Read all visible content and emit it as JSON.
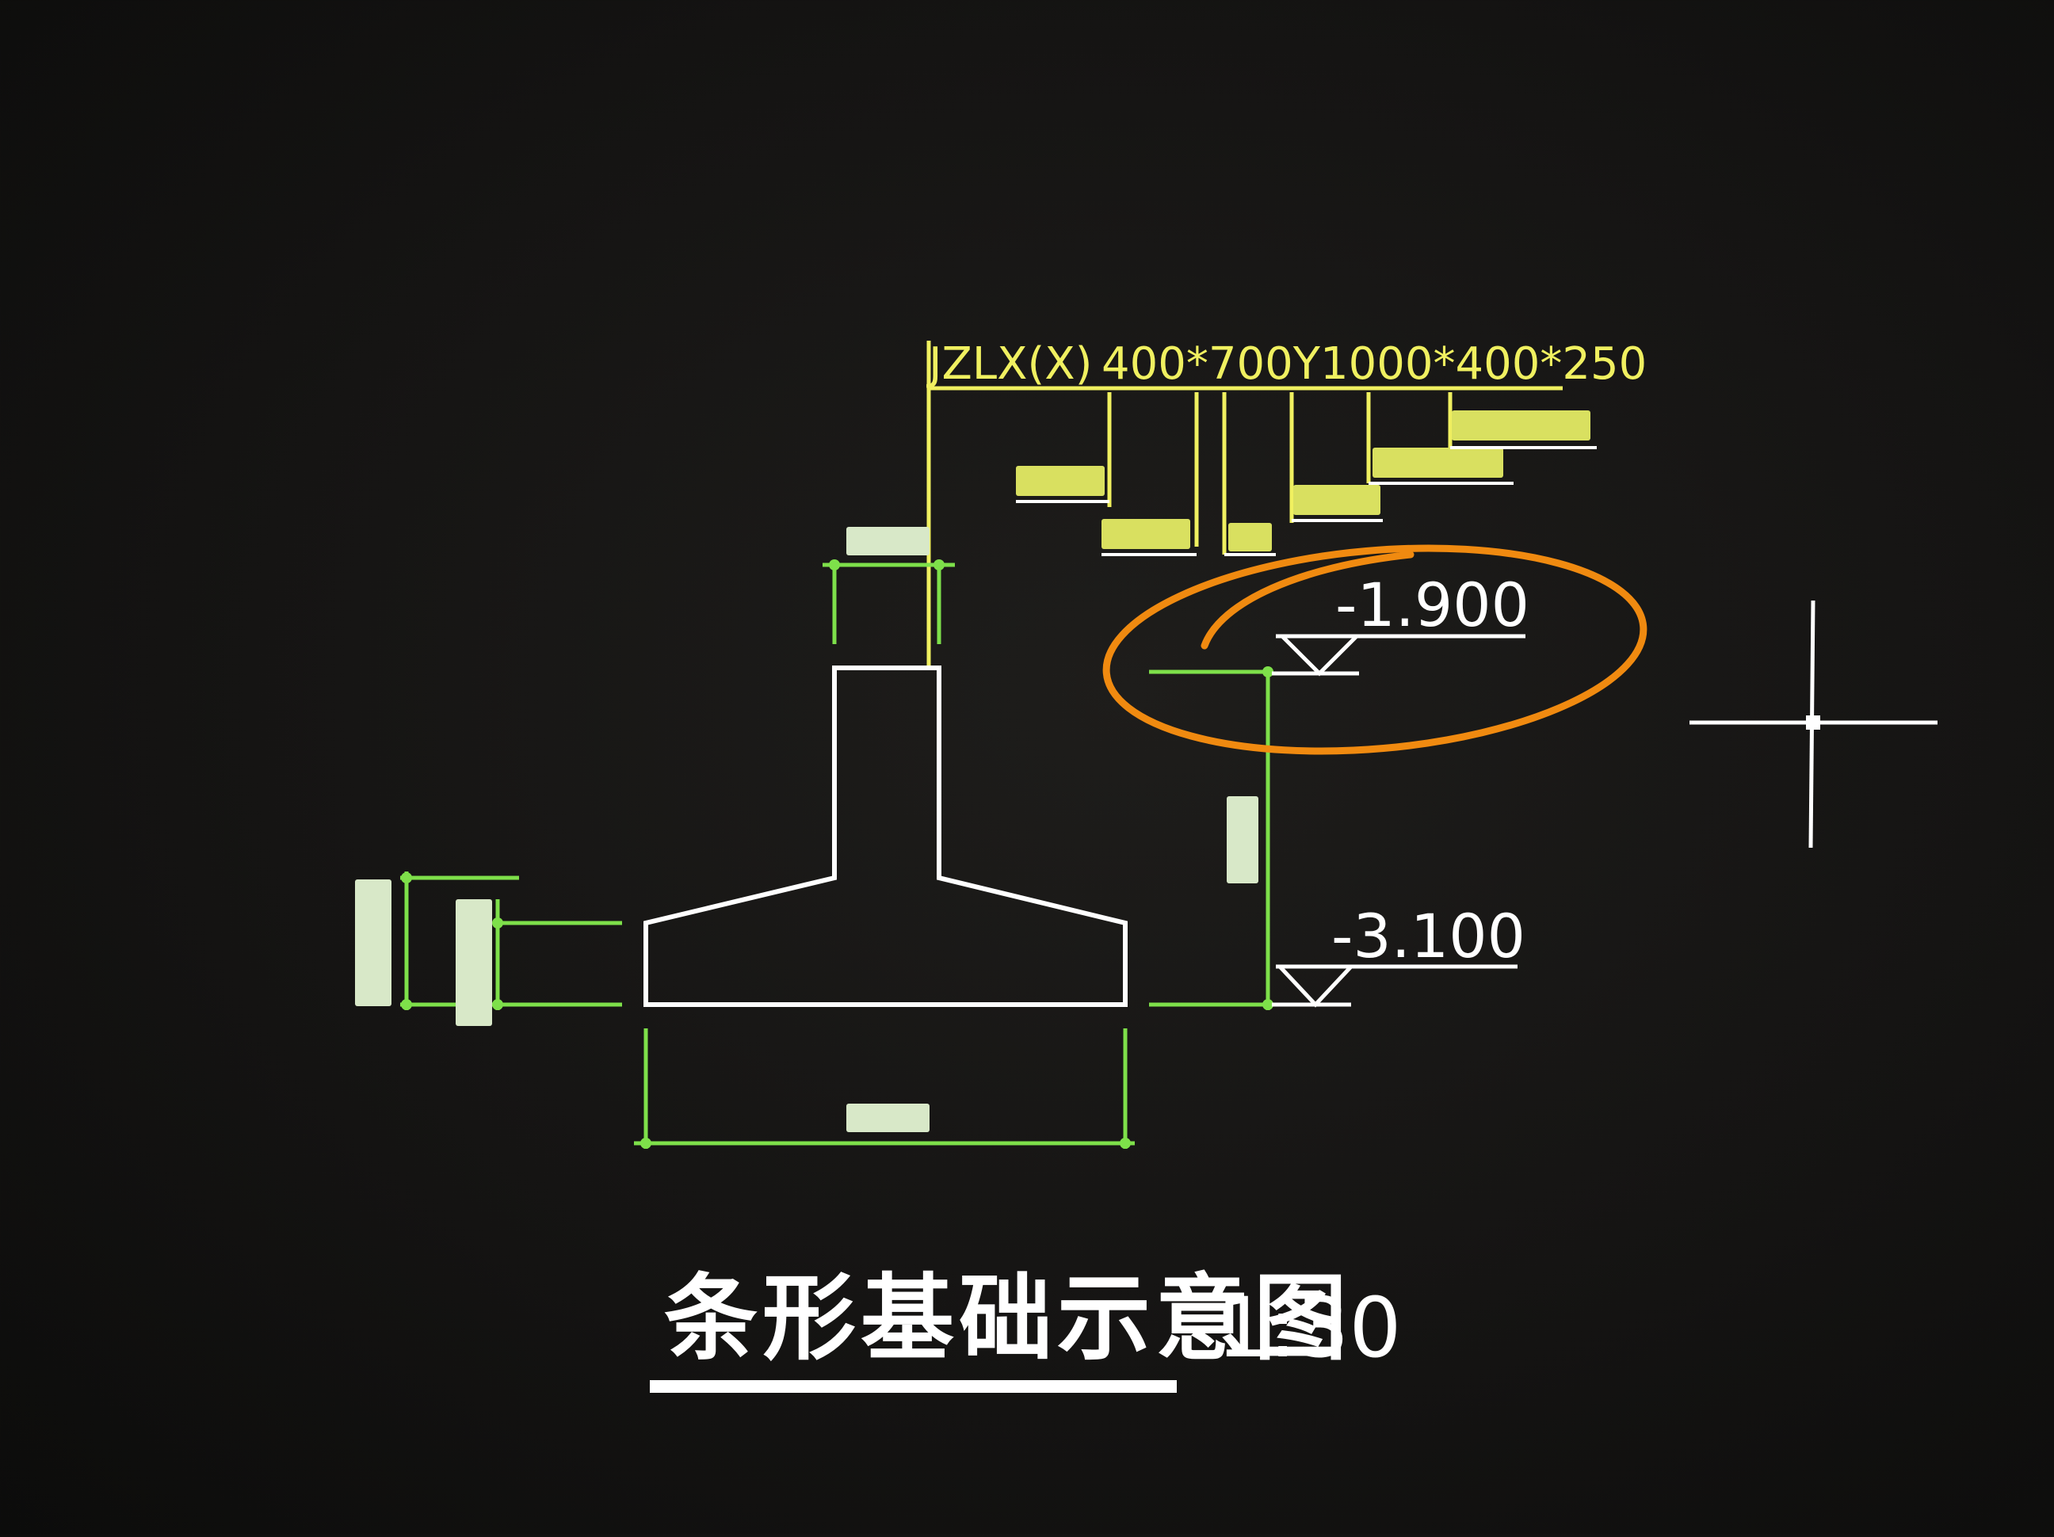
{
  "drawing": {
    "beam_code": "JZLX(X)",
    "beam_spec": "400*700Y1000*400*250",
    "elevation_top": "-1.900",
    "elevation_bottom": "-3.100",
    "title": "条形基础示意图",
    "scale": "1:30"
  },
  "colors": {
    "background": "#151413",
    "outline": "#ffffff",
    "dimension": "#7ee04a",
    "leader": "#f0f060",
    "highlight": "#f08a10"
  }
}
